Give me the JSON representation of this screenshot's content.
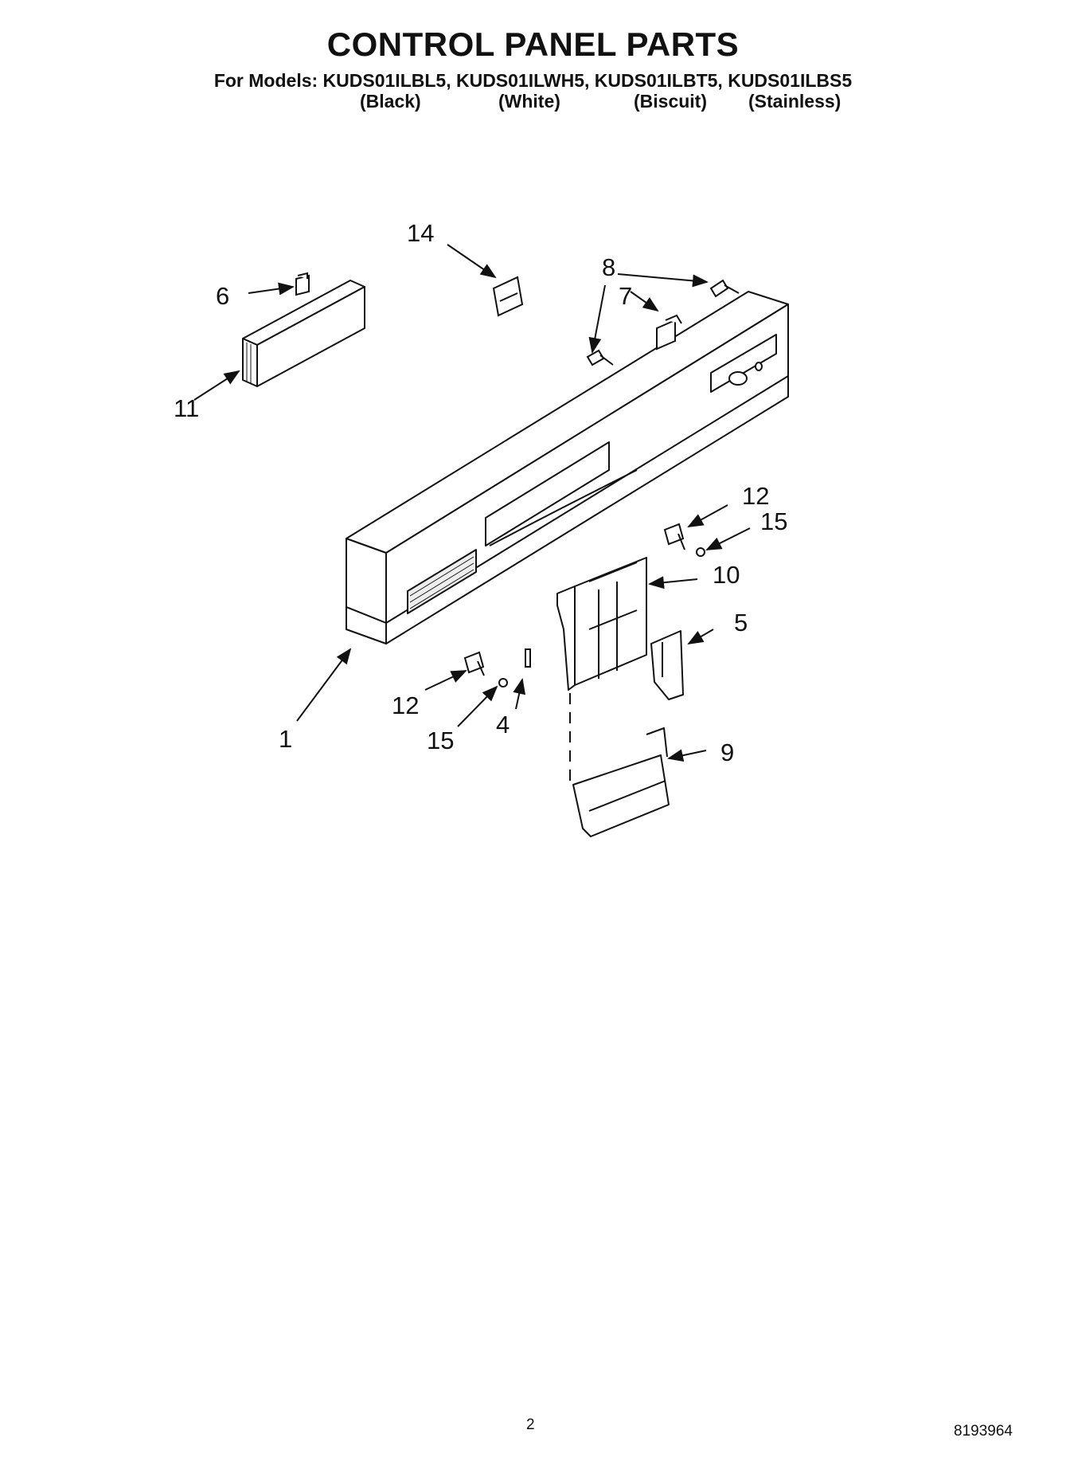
{
  "header": {
    "title": "CONTROL PANEL PARTS",
    "models_line": "For Models: KUDS01ILBL5, KUDS01ILWH5, KUDS01ILBT5, KUDS01ILBS5",
    "variants": [
      "(Black)",
      "(White)",
      "(Biscuit)",
      "(Stainless)"
    ]
  },
  "callouts": [
    "1",
    "4",
    "5",
    "6",
    "7",
    "8",
    "9",
    "10",
    "11",
    "12",
    "12",
    "14",
    "15",
    "15"
  ],
  "footer": {
    "page_number": "2",
    "doc_number": "8193964"
  }
}
